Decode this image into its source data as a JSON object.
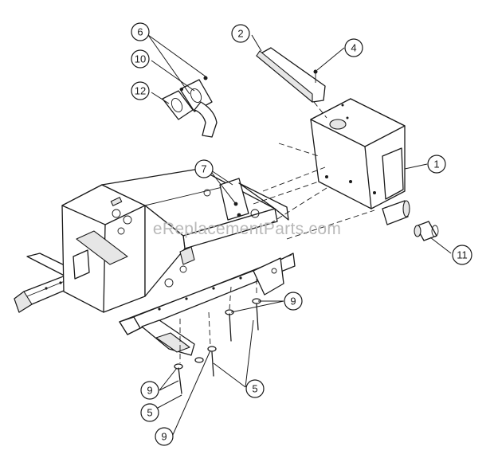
{
  "diagram": {
    "callouts": [
      {
        "id": "c6a",
        "label": "6"
      },
      {
        "id": "c10",
        "label": "10"
      },
      {
        "id": "c12",
        "label": "12"
      },
      {
        "id": "c2",
        "label": "2"
      },
      {
        "id": "c4",
        "label": "4"
      },
      {
        "id": "c7",
        "label": "7"
      },
      {
        "id": "c1",
        "label": "1"
      },
      {
        "id": "c11",
        "label": "11"
      },
      {
        "id": "c9a",
        "label": "9"
      },
      {
        "id": "c9b",
        "label": "9"
      },
      {
        "id": "c5a",
        "label": "5"
      },
      {
        "id": "c9c",
        "label": "9"
      },
      {
        "id": "c5b",
        "label": "5"
      }
    ],
    "watermark": "eReplacementParts.com"
  }
}
